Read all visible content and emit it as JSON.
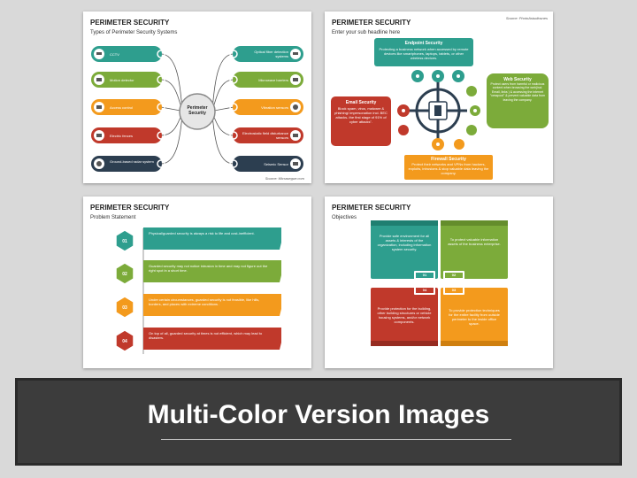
{
  "slide1": {
    "title": "PERIMETER SECURITY",
    "subtitle": "Types of Perimeter Security Systems",
    "center": "Perimeter Security",
    "left_items": [
      "CCTV",
      "Motion detector",
      "Access control",
      "Electric fences",
      "Ground-based radar system"
    ],
    "right_items": [
      "Optical fiber detection systems",
      "Microwave barriers",
      "Vibration sensors",
      "Electrostatic field disturbance sensors",
      "Seismic Sensor"
    ],
    "source": "Source: Micrasegue.com",
    "colors": [
      "#2e9e8e",
      "#7cab3a",
      "#f39a1d",
      "#c0392b",
      "#2c3e50"
    ]
  },
  "slide2": {
    "title": "PERIMETER SECURITY",
    "subtitle": "Enter your sub headline here",
    "source": "Source: PhotoAstudiosnes",
    "endpoint": {
      "title": "Endpoint Security",
      "text": "Protecting a business network when accessed by remote devices like smartphones, laptops, tablets, or other wireless devices."
    },
    "web": {
      "title": "Web Security",
      "text": "Protect users from harmful or malicious content when browsing the web(incl. Email, links ) & accessing the internet \"cesspool\" & prevent valuable data from leaving the company."
    },
    "email": {
      "title": "Email Security",
      "text": "Block spam, virus, malware & phishing/ impersonation incl. BEC attacks- the first stage of 91% of cyber attacks\"."
    },
    "firewall": {
      "title": "Firewall Security",
      "text": "Protect their networks and VPNs from hackers, exploits, intrusions & stop valuable data leaving the company."
    }
  },
  "slide3": {
    "title": "PERIMETER SECURITY",
    "subtitle": "Problem Statement",
    "items": [
      {
        "num": "01",
        "text": "Physical/guarded security is always a risk to life and cost-inefficient."
      },
      {
        "num": "02",
        "text": "Guarded security may not notice intrusion in time and may not figure out the right spot in a short time."
      },
      {
        "num": "03",
        "text": "Under certain circumstances, guarded security is not feasible, like hills, borders, and places with extreme conditions ."
      },
      {
        "num": "04",
        "text": "On top of all, guarded security at times is not efficient, which may lead to disasters."
      }
    ]
  },
  "slide4": {
    "title": "PERIMETER SECURITY",
    "subtitle": "Objectives",
    "quads": [
      {
        "num": "01",
        "text": "Provide safe environment for all assets & interests of the organization, including information system security."
      },
      {
        "num": "02",
        "text": "To protect valuable information assets of the business enterprise."
      },
      {
        "num": "04",
        "text": "Provide protection for the building, other building structures or vehicle housing systems, and/or network components."
      },
      {
        "num": "03",
        "text": "To provide protection techniques for the entire facility from outside perimeter to the inside office space."
      }
    ]
  },
  "banner": {
    "title": "Multi-Color Version Images"
  }
}
